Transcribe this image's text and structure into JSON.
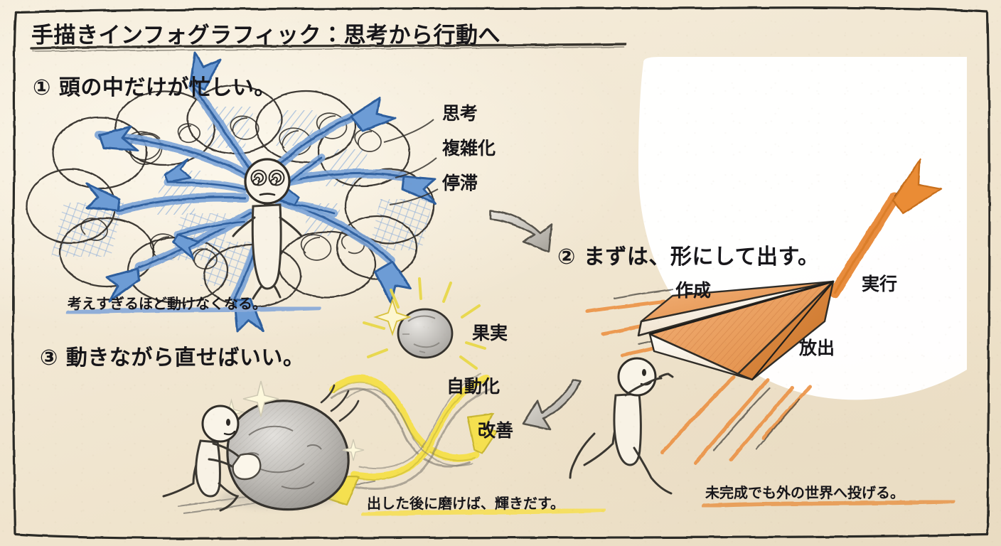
{
  "page": {
    "title": "手描きインフォグラフィック：思考から行動へ",
    "background_color": "#f2e8d4",
    "ink_color": "#17161a"
  },
  "sections": [
    {
      "id": "overthinking",
      "number": "①",
      "heading": "① 頭の中だけが忙しい。",
      "accent_color": "#3f79c4",
      "labels": [
        "思考",
        "複雑化",
        "停滞"
      ],
      "caption": "考えすぎるほど動けなくなる。",
      "caption_underline_color": "#8aabd8",
      "illustration": "stick figure with spiral eyes surrounded by tangled thought clouds and many blue arrows"
    },
    {
      "id": "ship-it",
      "number": "②",
      "heading": "② まずは、形にして出す。",
      "accent_color": "#e8893a",
      "labels": [
        "作成",
        "実行",
        "放出"
      ],
      "caption": "未完成でも外の世界へ投げる。",
      "caption_underline_color": "#e8a05c",
      "illustration": "stick figure launching a large orange paper plane with speed lines and a rising arrow"
    },
    {
      "id": "iterate",
      "number": "③",
      "heading": "③ 動きながら直せばいい。",
      "accent_color": "#f2d434",
      "labels": [
        "果実",
        "自動化",
        "改善"
      ],
      "caption": "出した後に磨けば、輝きだす。",
      "caption_underline_color": "#f5df62",
      "illustration": "stick figure polishing a grey boulder with sparkles beside a yellow double-headed S curve"
    }
  ],
  "connectors": [
    {
      "id": "flow-1-to-2",
      "color": "#9c978c",
      "direction": "right-down"
    },
    {
      "id": "flow-2-to-3",
      "color": "#9c978c",
      "direction": "left-down"
    }
  ]
}
